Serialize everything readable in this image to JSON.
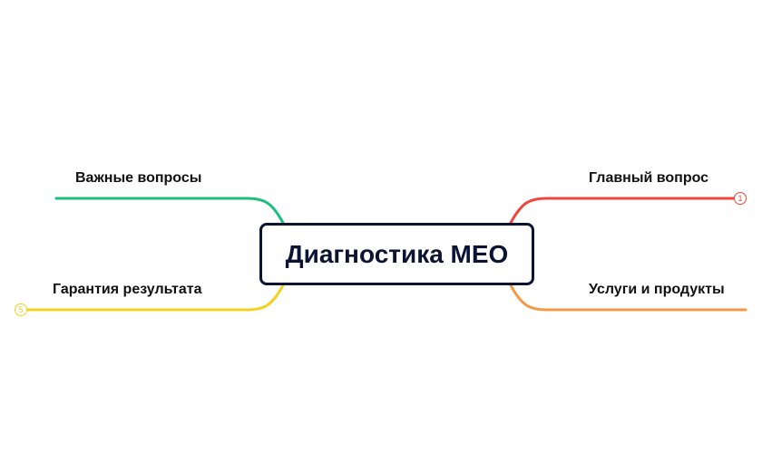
{
  "root": {
    "title": "Диагностика МЕО"
  },
  "branches": [
    {
      "label": "Важные вопросы",
      "side": "left",
      "color": "#1abf7c"
    },
    {
      "label": "Гарантия результата",
      "side": "left",
      "color": "#f2d21f",
      "count": "5"
    },
    {
      "label": "Главный вопрос",
      "side": "right",
      "color": "#f0453a",
      "count": "1"
    },
    {
      "label": "Услуги и продукты",
      "side": "right",
      "color": "#f29a48"
    }
  ],
  "colors": {
    "root_border": "#0c1433",
    "text": "#111111"
  }
}
